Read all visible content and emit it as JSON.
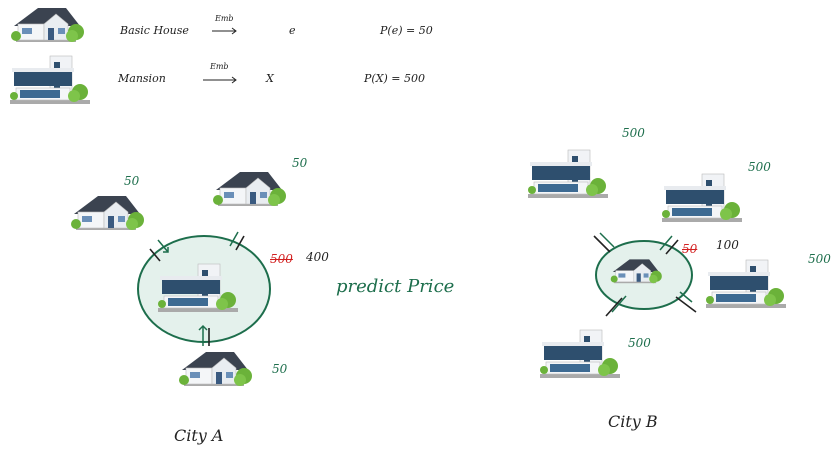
{
  "legend": {
    "row1": {
      "name": "Basic House",
      "arrow_label": "Emb",
      "symbol": "e",
      "formula": "P(e) = 50"
    },
    "row2": {
      "name": "Mansion",
      "arrow_label": "Emb",
      "symbol": "X",
      "formula": "P(X) = 500"
    }
  },
  "center_label": "predict Price",
  "city_a": {
    "label": "City A",
    "prices": {
      "left_house": "50",
      "top_house": "50",
      "bottom_house": "50"
    },
    "center_old": "500",
    "center_new": "400"
  },
  "city_b": {
    "label": "City B",
    "prices": {
      "top_mansion": "500",
      "right_top_mansion": "500",
      "right_mansion": "500",
      "bottom_mansion": "500"
    },
    "center_old": "50",
    "center_new": "100"
  },
  "colors": {
    "ink_green": "#1d6e4c",
    "circle_fill": "#e4f1ec",
    "strike_red": "#d21f1f",
    "house_roof": "#3b4350",
    "glass": "#2e4f6e",
    "tree": "#6bb23a"
  }
}
